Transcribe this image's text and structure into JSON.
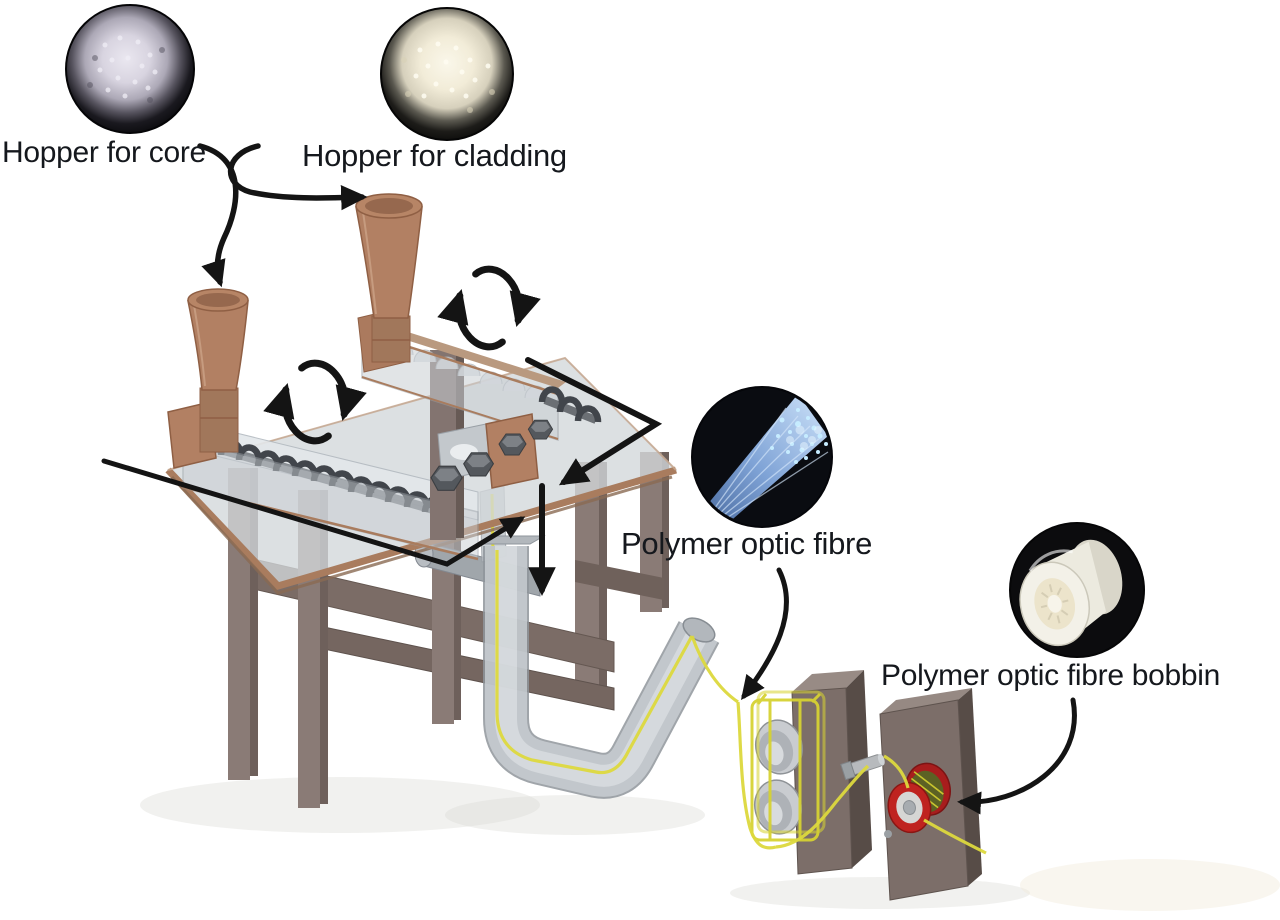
{
  "labels": {
    "hopper_core": "Hopper for core",
    "hopper_cladding": "Hopper for cladding",
    "polymer_optic_fibre": "Polymer optic fibre",
    "polymer_optic_fibre_bobbin": "Polymer optic fibre bobbin"
  },
  "icons": {
    "rotation_arrow": "circular-rotation-arrow",
    "flow_arrow": "black-flow-arrow",
    "curved_pointer_arrow": "curved-label-arrow",
    "photo_core": "core-granules-photo",
    "photo_cladding": "cladding-granules-photo",
    "photo_fibre": "blue-optic-fibre-photo",
    "photo_bobbin": "white-fibre-bobbin-photo"
  },
  "colors": {
    "background": "#ffffff",
    "label_text": "#15181d",
    "arrow_black": "#141414",
    "hopper_tan": "#b28063",
    "frame_taupe": "#857570",
    "glass_grey": "#ced3d7",
    "screw_grey": "#41454b",
    "fibre_yellow": "#ddd93e",
    "bobbin_red": "#bf2320",
    "fibre_photo_blue": "#7fa3d6"
  }
}
